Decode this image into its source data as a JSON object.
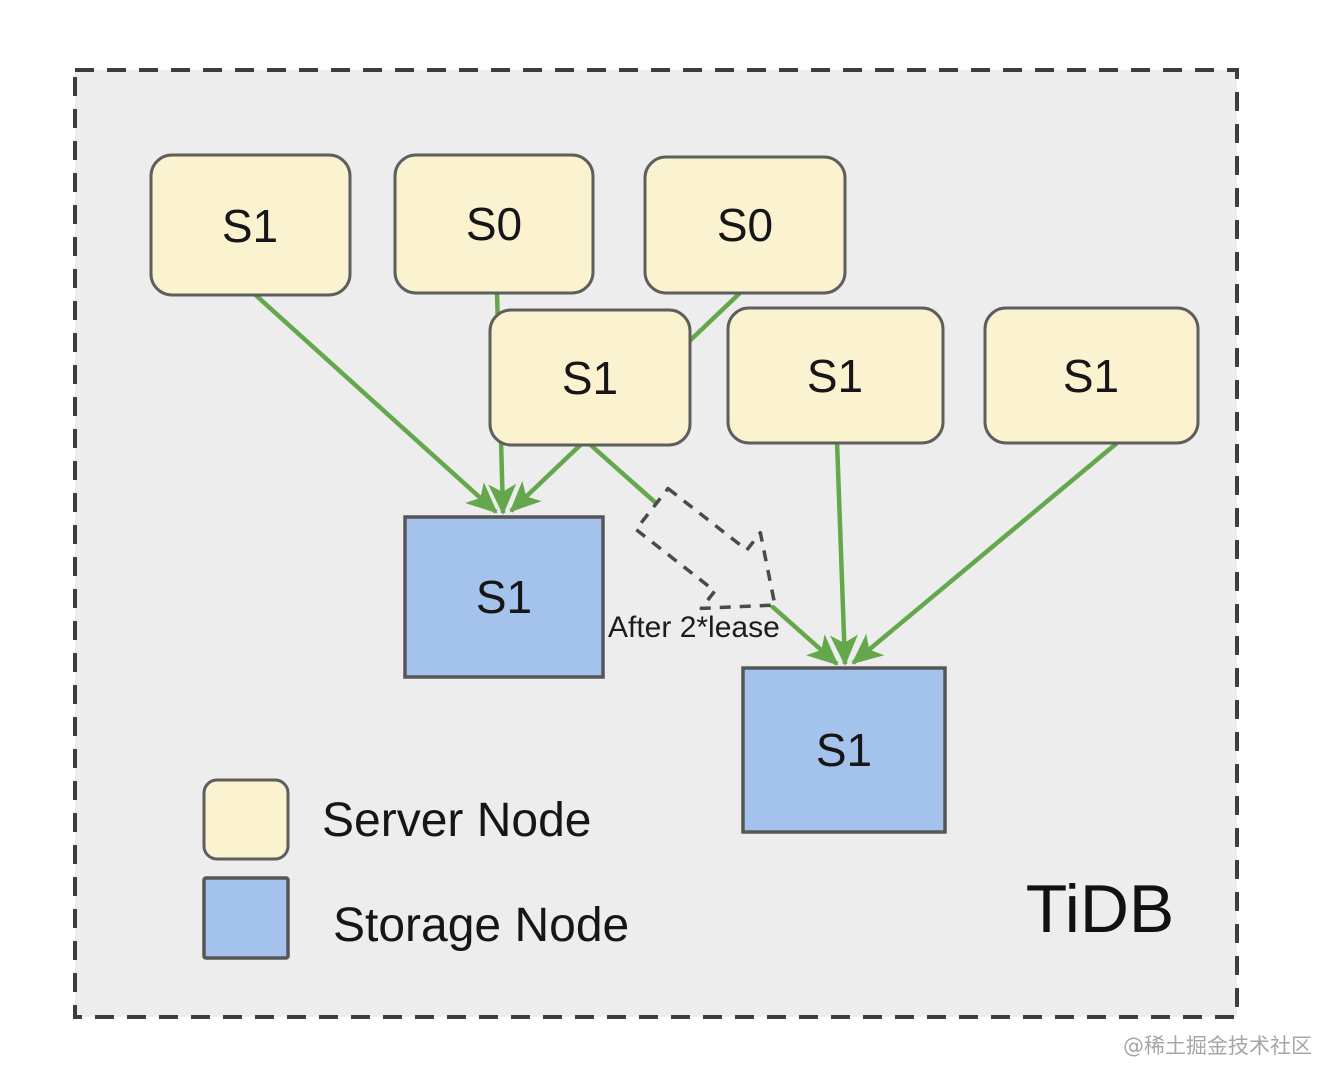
{
  "diagram": {
    "brand": "TiDB",
    "annotation": "After 2*lease",
    "nodes": {
      "top_s1": "S1",
      "top_s0_left": "S0",
      "top_s0_right": "S0",
      "mid_s1_left": "S1",
      "mid_s1_center": "S1",
      "mid_s1_right": "S1",
      "storage_left": "S1",
      "storage_right": "S1"
    },
    "legend": {
      "server": "Server Node",
      "storage": "Storage Node"
    },
    "colors": {
      "server_fill": "#fbf2cf",
      "storage_fill": "#a4c3ec",
      "node_border": "#5e5e5e",
      "arrow_green": "#65a74d",
      "dashed_gray": "#4a4a4a",
      "panel_bg": "#ededed",
      "text": "#161616",
      "watermark": "#a6a6a6"
    }
  },
  "watermark": "@稀土掘金技术社区"
}
